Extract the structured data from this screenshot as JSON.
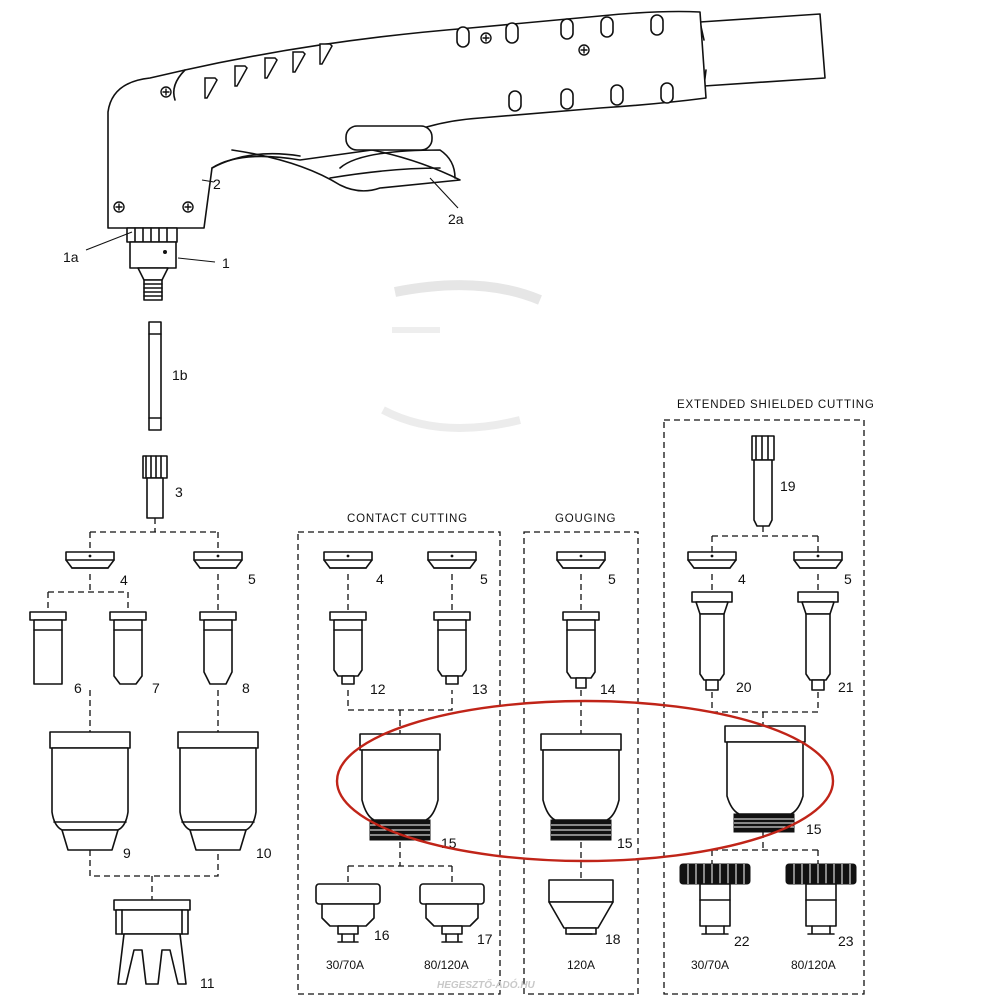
{
  "labels": {
    "p1": "1",
    "p1a": "1a",
    "p1b": "1b",
    "p2": "2",
    "p2a": "2a",
    "p3": "3",
    "p4": "4",
    "p5": "5",
    "p6": "6",
    "p7": "7",
    "p8": "8",
    "p9": "9",
    "p10": "10",
    "p11": "11",
    "p12": "12",
    "p13": "13",
    "p14": "14",
    "p15": "15",
    "p16": "16",
    "p17": "17",
    "p18": "18",
    "p19": "19",
    "p20": "20",
    "p21": "21",
    "p22": "22",
    "p23": "23"
  },
  "sections": {
    "contact": "CONTACT CUTTING",
    "gouging": "GOUGING",
    "extended": "EXTENDED SHIELDED CUTTING"
  },
  "amps": {
    "a30_70": "30/70A",
    "a80_120": "80/120A",
    "a120": "120A"
  },
  "watermark": "HEGESZTŐ-ADÓ.HU",
  "colors": {
    "line": "#111111",
    "highlight": "#c02418",
    "watermark": "#c8c8c8"
  }
}
